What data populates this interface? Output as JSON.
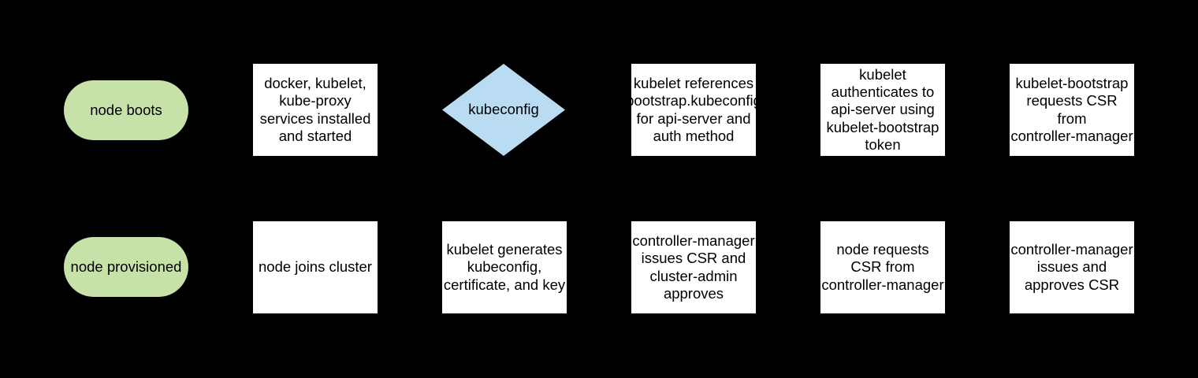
{
  "diagram": {
    "background": "#000000",
    "colors": {
      "terminator_fill": "#c6e2a9",
      "decision_fill": "#b9dcf2",
      "process_fill": "#ffffff",
      "text": "#000000"
    },
    "rows": {
      "top": {
        "node_boots": "node boots",
        "services_installed": "docker, kubelet,\nkube-proxy\nservices installed\nand started",
        "kubeconfig_decision": "kubeconfig",
        "kubelet_references": "kubelet references\nbootstrap.kubeconfig\nfor api-server and\nauth method",
        "kubelet_authenticates": "kubelet\nauthenticates to\napi-server using\nkubelet-bootstrap\ntoken",
        "bootstrap_requests_csr": "kubelet-bootstrap\nrequests CSR\nfrom\ncontroller-manager"
      },
      "bottom": {
        "node_provisioned": "node provisioned",
        "node_joins_cluster": "node joins cluster",
        "kubelet_generates": "kubelet generates\nkubeconfig,\ncertificate, and key",
        "cm_issues_csr_admin_approves": "controller-manager\nissues CSR and\ncluster-admin\napproves",
        "node_requests_csr": "node requests\nCSR from\ncontroller-manager",
        "cm_issues_and_approves": "controller-manager\nissues and\napproves CSR"
      }
    }
  }
}
